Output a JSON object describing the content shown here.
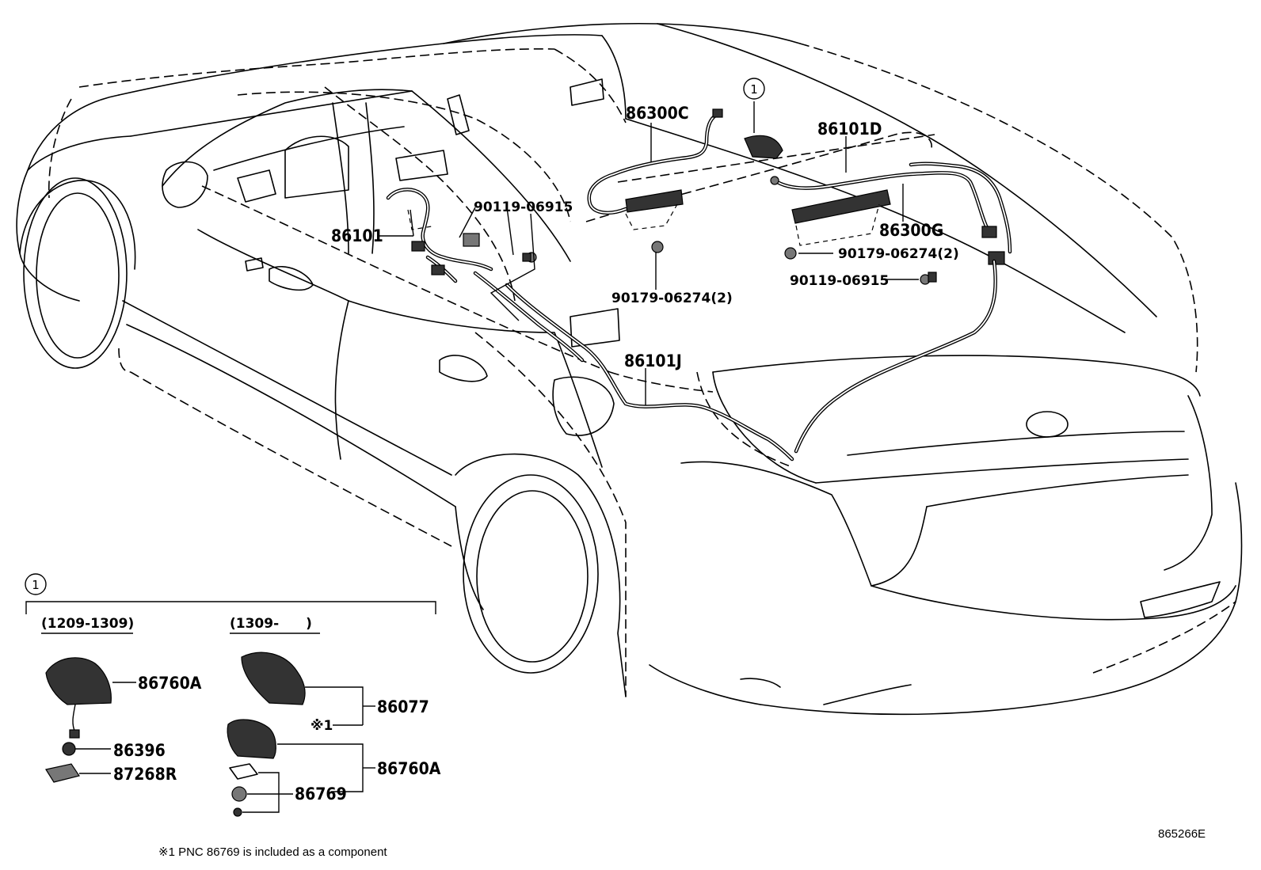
{
  "labels": {
    "l_86300C": "86300C",
    "l_86101D": "86101D",
    "l_86300G": "86300G",
    "l_86101": "86101",
    "l_86101J": "86101J",
    "l_90119_a": "90119-06915",
    "l_90119_b": "90119-06915",
    "l_90179_a": "90179-06274(2)",
    "l_90179_b": "90179-06274(2)",
    "l_86760A_a": "86760A",
    "l_86760A_b": "86760A",
    "l_86396": "86396",
    "l_87268R": "87268R",
    "l_86077": "86077",
    "l_86769": "86769"
  },
  "callout_marker": "1",
  "inset": {
    "range_a": "(1209-1309)",
    "range_b": "(1309-　　)",
    "note_ref": "※1"
  },
  "footnote": "※1 PNC 86769 is included as a component",
  "diagram_code": "865266E"
}
